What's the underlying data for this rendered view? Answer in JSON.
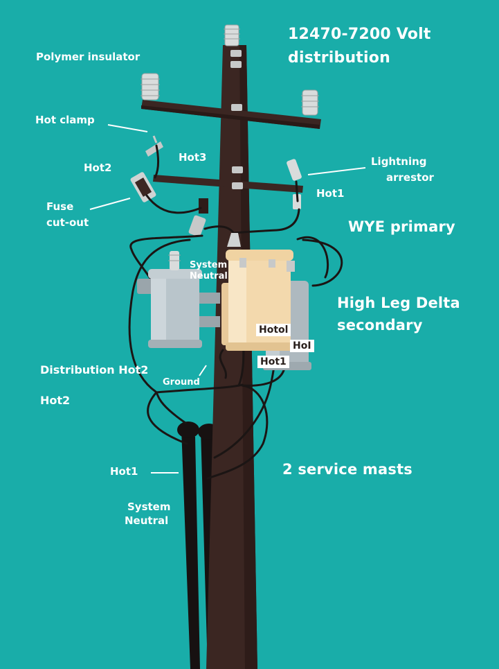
{
  "title": {
    "line1": "12470-7200 Volt",
    "line2": "distribution"
  },
  "labels": {
    "polymer_insulator": "Polymer insulator",
    "hot_clamp": "Hot clamp",
    "hot2_top": "Hot2",
    "hot3": "Hot3",
    "fuse_cutout_1": "Fuse",
    "fuse_cutout_2": "cut-out",
    "lightning_arrestor_1": "Lightning",
    "lightning_arrestor_2": "arrestor",
    "hot1_right": "Hot1",
    "wye_primary": "WYE primary",
    "system_neutral_transformer_1": "System",
    "system_neutral_transformer_2": "Neutral",
    "high_leg_delta_1": "High Leg Delta",
    "high_leg_delta_2": "secondary",
    "distribution_hot2": "Distribution Hot2",
    "ground": "Ground",
    "hot2_lower": "Hot2",
    "hot1_lower": "Hot1",
    "service_masts": "2 service masts",
    "system_neutral_bottom_1": "System",
    "system_neutral_bottom_2": "Neutral"
  },
  "transformer_tags": {
    "tag1": "Hotol",
    "tag2": "HoI",
    "tag3": "Hot1"
  },
  "colors": {
    "background": "#19ada9",
    "pole": "#3b2622",
    "transformer_gray": "#b9c5cb",
    "transformer_tan": "#f3d9ad",
    "insulator": "#d9dcdc",
    "wire": "#1b1514",
    "label": "#ffffff"
  }
}
